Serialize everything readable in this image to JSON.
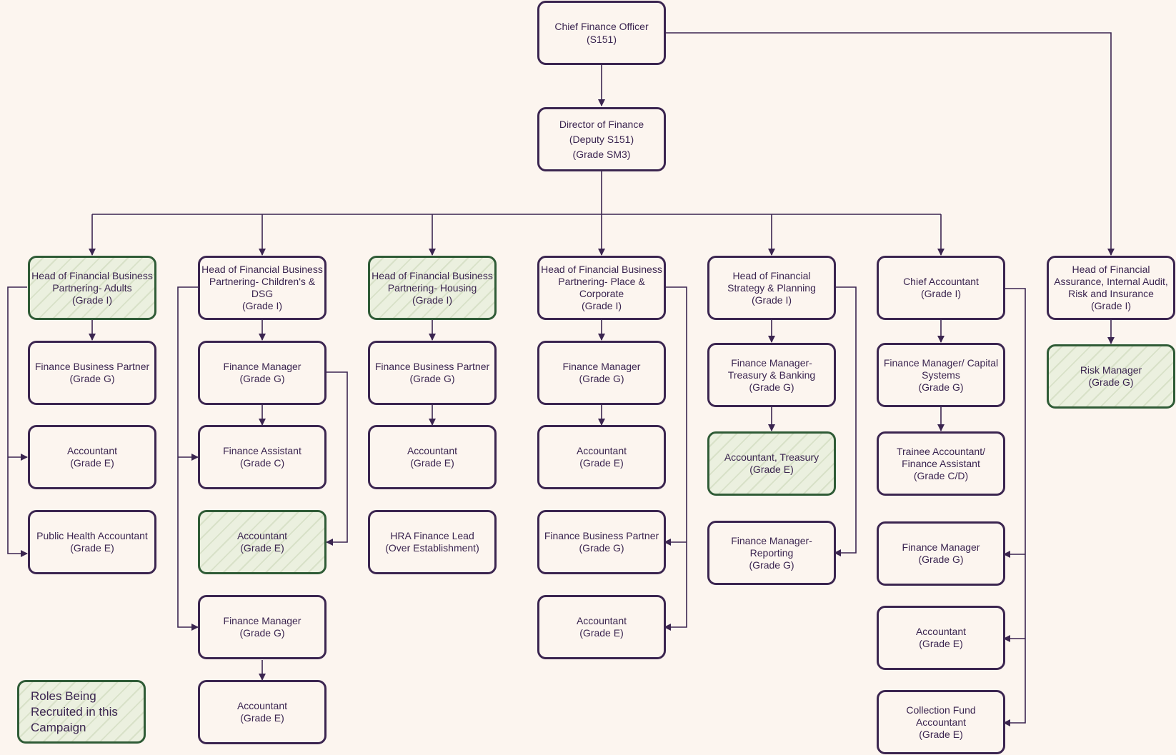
{
  "colors": {
    "border": "#3b2550",
    "recruit_border": "#2f5b36",
    "background": "#fcf5ef",
    "connector": "#3b2550"
  },
  "nodes": {
    "cfo": [
      "Chief Finance Officer",
      "(S151)"
    ],
    "director": [
      "Director of Finance",
      "(Deputy S151)",
      "(Grade SM3)"
    ],
    "adults_head": [
      "Head of Financial Business",
      "Partnering- Adults",
      "(Grade I)"
    ],
    "adults_fbp": [
      "Finance Business Partner",
      "(Grade G)"
    ],
    "adults_acc": [
      "Accountant",
      "(Grade E)"
    ],
    "adults_pha": [
      "Public Health Accountant",
      "(Grade E)"
    ],
    "cdsg_head": [
      "Head of Financial Business",
      "Partnering- Children's &",
      "DSG",
      "(Grade I)"
    ],
    "cdsg_fm1": [
      "Finance Manager",
      "(Grade G)"
    ],
    "cdsg_fa": [
      "Finance Assistant",
      "(Grade C)"
    ],
    "cdsg_acc1": [
      "Accountant",
      "(Grade E)"
    ],
    "cdsg_fm2": [
      "Finance Manager",
      "(Grade G)"
    ],
    "cdsg_acc2": [
      "Accountant",
      "(Grade E)"
    ],
    "housing_head": [
      "Head of Financial Business",
      "Partnering- Housing",
      "(Grade I)"
    ],
    "housing_fbp": [
      "Finance Business Partner",
      "(Grade G)"
    ],
    "housing_acc": [
      "Accountant",
      "(Grade E)"
    ],
    "housing_hra": [
      "HRA Finance Lead",
      "(Over Establishment)"
    ],
    "place_head": [
      "Head of Financial Business",
      "Partnering- Place &",
      "Corporate",
      "(Grade I)"
    ],
    "place_fm": [
      "Finance Manager",
      "(Grade G)"
    ],
    "place_acc1": [
      "Accountant",
      "(Grade E)"
    ],
    "place_fbp": [
      "Finance Business Partner",
      "(Grade G)"
    ],
    "place_acc2": [
      "Accountant",
      "(Grade E)"
    ],
    "strat_head": [
      "Head of Financial",
      "Strategy & Planning",
      "(Grade I)"
    ],
    "strat_fmtb": [
      "Finance Manager-",
      "Treasury & Banking",
      "(Grade G)"
    ],
    "strat_acct": [
      "Accountant, Treasury",
      "(Grade E)"
    ],
    "strat_fmrep": [
      "Finance Manager-",
      "Reporting",
      "(Grade G)"
    ],
    "chief_acc": [
      "Chief Accountant",
      "(Grade I)"
    ],
    "ca_fmcap": [
      "Finance Manager/ Capital",
      "Systems",
      "(Grade G)"
    ],
    "ca_trainee": [
      "Trainee Accountant/",
      "Finance Assistant",
      "(Grade C/D)"
    ],
    "ca_fm": [
      "Finance Manager",
      "(Grade G)"
    ],
    "ca_acc": [
      "Accountant",
      "(Grade E)"
    ],
    "ca_cfa": [
      "Collection Fund",
      "Accountant",
      "(Grade E)"
    ],
    "audit_head": [
      "Head of Financial",
      "Assurance, Internal Audit,",
      "Risk and Insurance",
      "(Grade I)"
    ],
    "risk_mgr": [
      "Risk Manager",
      "(Grade G)"
    ]
  },
  "legend": {
    "label": "Roles Being Recruited in this Campaign"
  }
}
